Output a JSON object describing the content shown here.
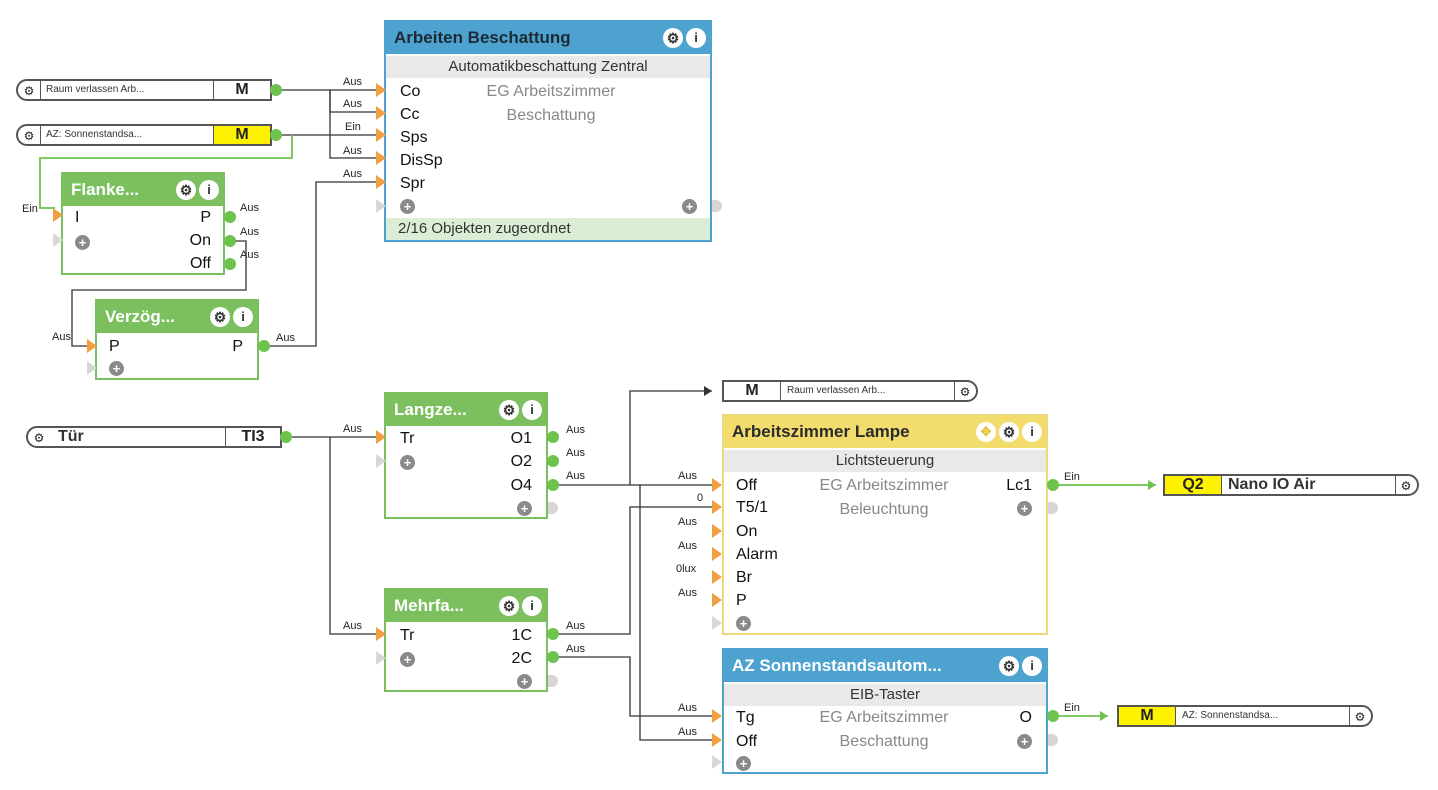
{
  "colors": {
    "blue_block": "#4ea2cf",
    "green_block": "#7cbf5e",
    "yellow_block": "#f2dc6e",
    "input_arrow": "#f0a040",
    "output_dot": "#6ec24e",
    "wire": "#333333",
    "wire_active": "#6ec24e",
    "marker_yellow": "#fff200"
  },
  "icons": {
    "gear": "gear-icon",
    "info": "info-icon",
    "plus": "plus-icon",
    "move": "move-icon"
  },
  "refs": {
    "raum_in": {
      "name": "Raum verlassen Arb...",
      "cell": "M"
    },
    "sonnen_in": {
      "name": "AZ: Sonnenstandsa...",
      "cell": "M"
    },
    "tuer": {
      "name": "Tür",
      "cell": "TI3"
    },
    "raum_out": {
      "cell": "M",
      "name": "Raum verlassen Arb..."
    },
    "q2_out": {
      "cell": "Q2",
      "name": "Nano IO Air"
    },
    "sonnen_out": {
      "cell": "M",
      "name": "AZ: Sonnenstandsa..."
    }
  },
  "blocks": {
    "beschattung": {
      "title": "Arbeiten  Beschattung",
      "subtitle": "Automatikbeschattung Zentral",
      "desc1": "EG Arbeitszimmer",
      "desc2": "Beschattung",
      "ports": [
        "Co",
        "Cc",
        "Sps",
        "DisSp",
        "Spr"
      ],
      "footer": "2/16 Objekten zugeordnet"
    },
    "flanke": {
      "title": "Flanke...",
      "in": [
        "I"
      ],
      "out": [
        "P",
        "On",
        "Off"
      ]
    },
    "verzoeg": {
      "title": "Verzög...",
      "in": [
        "P"
      ],
      "out": [
        "P"
      ]
    },
    "langzeit": {
      "title": "Langze...",
      "in": [
        "Tr"
      ],
      "out": [
        "O1",
        "O2",
        "O4"
      ]
    },
    "mehrfach": {
      "title": "Mehrfa...",
      "in": [
        "Tr"
      ],
      "out": [
        "1C",
        "2C"
      ]
    },
    "lampe": {
      "title": "Arbeitszimmer Lampe",
      "subtitle": "Lichtsteuerung",
      "desc1": "EG Arbeitszimmer",
      "desc2": "Beleuchtung",
      "in": [
        "Off",
        "T5/1",
        "On",
        "Alarm",
        "Br",
        "P"
      ],
      "out": [
        "Lc1"
      ]
    },
    "sonnenstand": {
      "title": "AZ Sonnenstandsautom...",
      "subtitle": "EIB-Taster",
      "desc1": "EG Arbeitszimmer",
      "desc2": "Beschattung",
      "in": [
        "Tg",
        "Off"
      ],
      "out": [
        "O"
      ]
    }
  },
  "labels": {
    "aus": "Aus",
    "ein": "Ein",
    "zero": "0",
    "zero_lux": "0lux"
  }
}
